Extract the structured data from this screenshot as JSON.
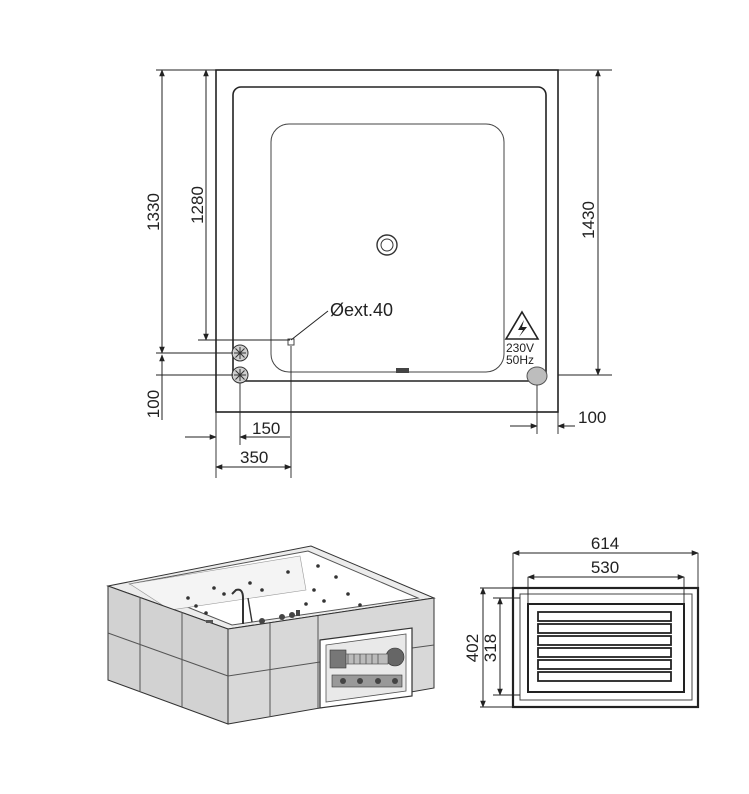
{
  "plan": {
    "dim_outer_height": "1430",
    "dim_rim_height": "1330",
    "dim_inner_height": "1280",
    "dim_bottom_offset": "100",
    "dim_left_150": "150",
    "dim_left_350": "350",
    "dim_right_100": "100",
    "drain_label": "Øext.40",
    "electrical_voltage": "230V",
    "electrical_frequency": "50Hz"
  },
  "panel": {
    "dim_outer_width": "614",
    "dim_inner_width": "530",
    "dim_outer_height": "402",
    "dim_inner_height": "318"
  },
  "colors": {
    "line": "#222222",
    "tile": "#d2d2d2",
    "tile_dark": "#a9a9a9",
    "warning": "#222222"
  }
}
